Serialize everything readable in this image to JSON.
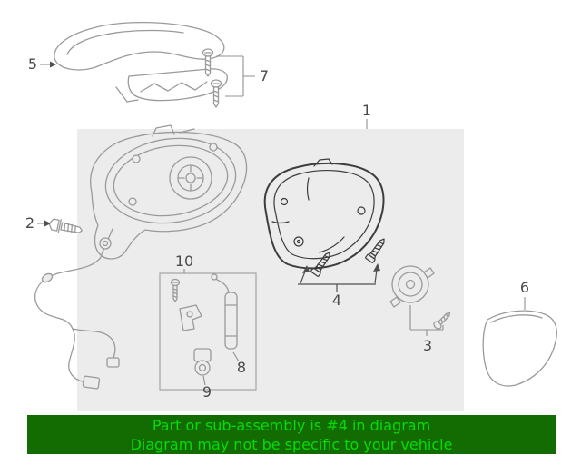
{
  "colors": {
    "banner_bg": "#136c02",
    "banner_text": "#07dc07",
    "region_fill": "#ececec",
    "line": "#9a9a9a",
    "highlight": "#3c3c3c",
    "label": "#4a4a4a"
  },
  "banner": {
    "line1": "Part or sub-assembly is #4 in diagram",
    "line2": "Diagram may not be specific to your vehicle"
  },
  "callouts": {
    "1": "1",
    "2": "2",
    "3": "3",
    "4": "4",
    "5": "5",
    "6": "6",
    "7": "7",
    "8": "8",
    "9": "9",
    "10": "10"
  }
}
